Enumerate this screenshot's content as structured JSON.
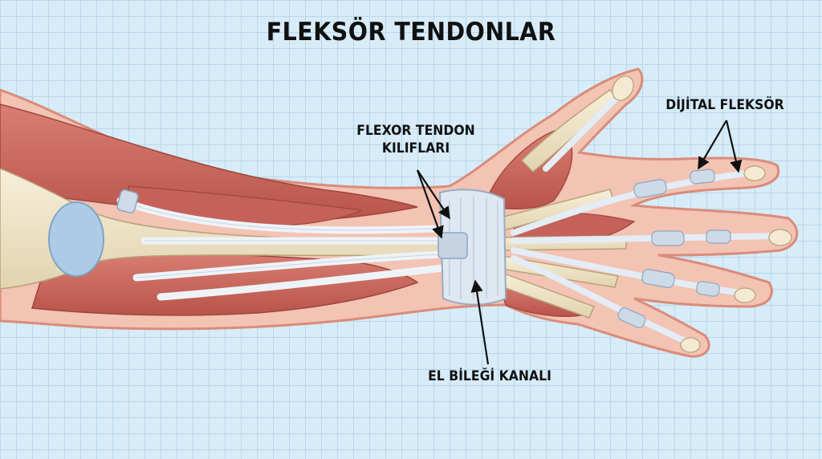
{
  "title": "FLEKSÖR TENDONLAR",
  "labels": {
    "sheaths_line1": "FLEXOR TENDON",
    "sheaths_line2": "KILIFLARI",
    "digital_flexor": "DİJİTAL FLEKSÖR",
    "carpal_tunnel": "EL BİLEĞİ KANALI"
  },
  "colors": {
    "background": "#d7ecf8",
    "grid": "#b9d7ea",
    "skin": "#f3c3b3",
    "muscle": "#c9675c",
    "tendon": "#eef3f8",
    "bone": "#f0e6cc",
    "ligament": "#dfe7f0"
  }
}
